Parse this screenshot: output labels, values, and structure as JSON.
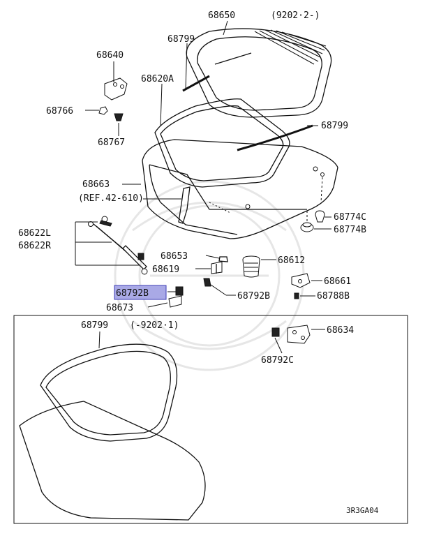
{
  "labels": {
    "p68650": "68650",
    "date_new": "(9202·2-)",
    "p68799_top": "68799",
    "p68640": "68640",
    "p68620A": "68620A",
    "p68766": "68766",
    "p68767": "68767",
    "p68799_right": "68799",
    "p68663": "68663",
    "ref": "(REF.42-610)",
    "p68774C": "68774C",
    "p68774B": "68774B",
    "p68622L": "68622L",
    "p68622R": "68622R",
    "p68653": "68653",
    "p68612": "68612",
    "p68619": "68619",
    "p68661": "68661",
    "p68792B_hl": "68792B",
    "p68792B": "68792B",
    "p68788B": "68788B",
    "p68673": "68673",
    "p68799_inset": "68799",
    "date_old": "(-9202·1)",
    "p68634": "68634",
    "p68792C": "68792C",
    "code": "3R3GA04"
  },
  "highlight": {
    "part": "68792B",
    "color": "#a9a9e6"
  }
}
